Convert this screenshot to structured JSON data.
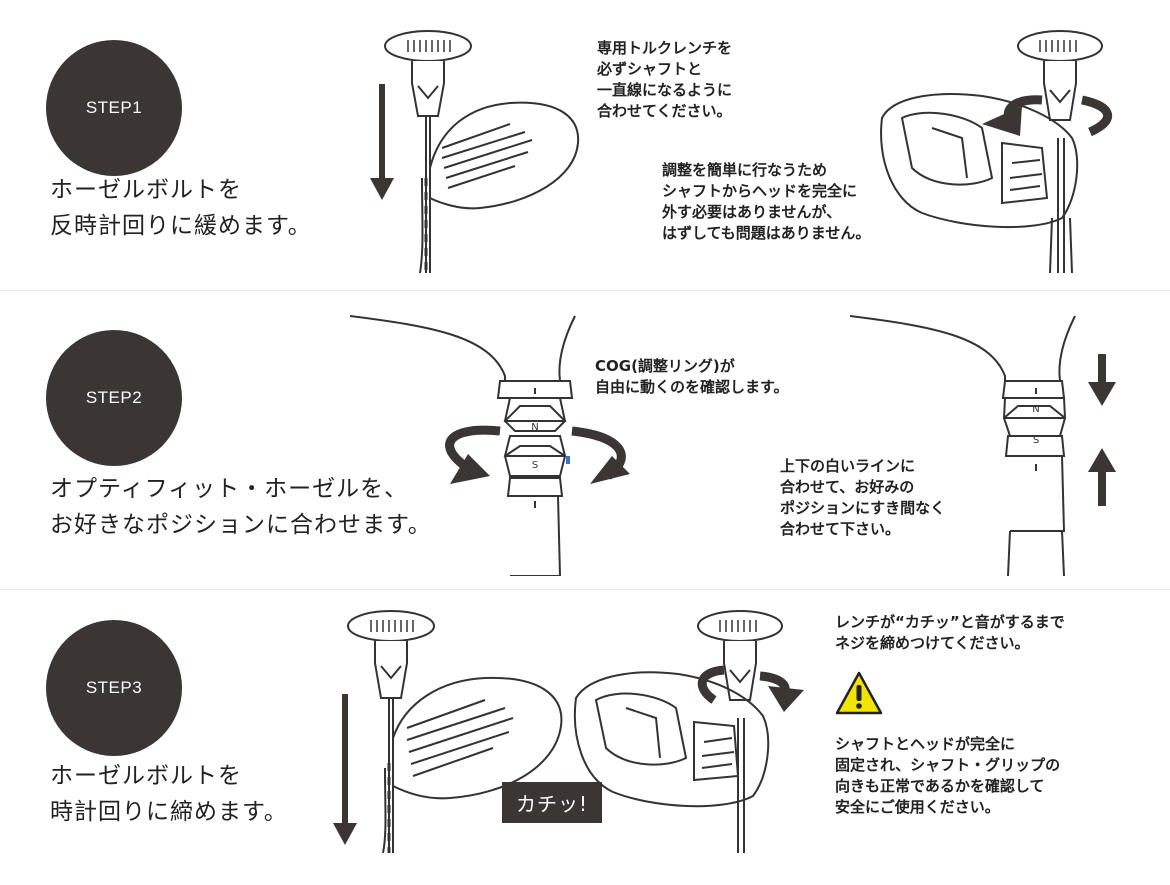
{
  "step1": {
    "badge": "STEP1",
    "title_line1": "ホーゼルボルトを",
    "title_line2": "反時計回りに緩めます。",
    "note1": [
      "専用トルクレンチを",
      "必ずシャフトと",
      "一直線になるように",
      "合わせてください。"
    ],
    "note2": [
      "調整を簡単に行なうため",
      "シャフトからヘッドを完全に",
      "外す必要はありませんが、",
      "はずしても問題はありません。"
    ]
  },
  "step2": {
    "badge": "STEP2",
    "title_line1": "オプティフィット・ホーゼルを、",
    "title_line2": "お好きなポジションに合わせます。",
    "note1": [
      "COG(調整リング)が",
      "自由に動くのを確認します。"
    ],
    "note2": [
      "上下の白いラインに",
      "合わせて、お好みの",
      "ポジションにすき間なく",
      "合わせて下さい。"
    ],
    "ring_marks": [
      "N",
      "S"
    ]
  },
  "step3": {
    "badge": "STEP3",
    "title_line1": "ホーゼルボルトを",
    "title_line2": "時計回りに締めます。",
    "note1": [
      "レンチが“カチッ”と音がするまで",
      "ネジを締めつけてください。"
    ],
    "note2": [
      "シャフトとヘッドが完全に",
      "固定され、シャフト・グリップの",
      "向きも正常であるかを確認して",
      "安全にご使用ください。"
    ],
    "click_label": "カチッ!"
  },
  "colors": {
    "badge": "#3b3533",
    "warning": "#f2e400",
    "blue_mark": "#3a6fd8"
  },
  "icons": [
    "torque-wrench-icon",
    "down-arrow-icon",
    "up-arrow-icon",
    "rotate-arrow-icon",
    "warning-icon"
  ]
}
